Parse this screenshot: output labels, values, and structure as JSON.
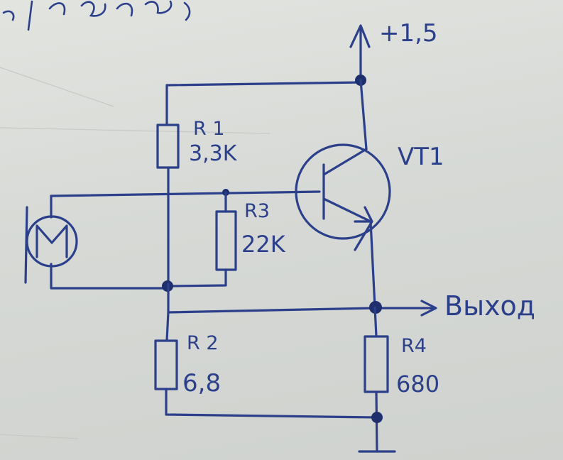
{
  "supply": {
    "label": "+1,5"
  },
  "transistor": {
    "name": "VT1"
  },
  "resistors": [
    {
      "name": "R 1",
      "value": "3,3K"
    },
    {
      "name": "R3",
      "value": "22K"
    },
    {
      "name": "R 2",
      "value": "6,8"
    },
    {
      "name": "R4",
      "value": "680"
    }
  ],
  "microphone": {
    "label": "M"
  },
  "output": {
    "label": "Выход"
  },
  "colors": {
    "ink": "#2b3f8a",
    "paper": "#d9dcd8"
  }
}
